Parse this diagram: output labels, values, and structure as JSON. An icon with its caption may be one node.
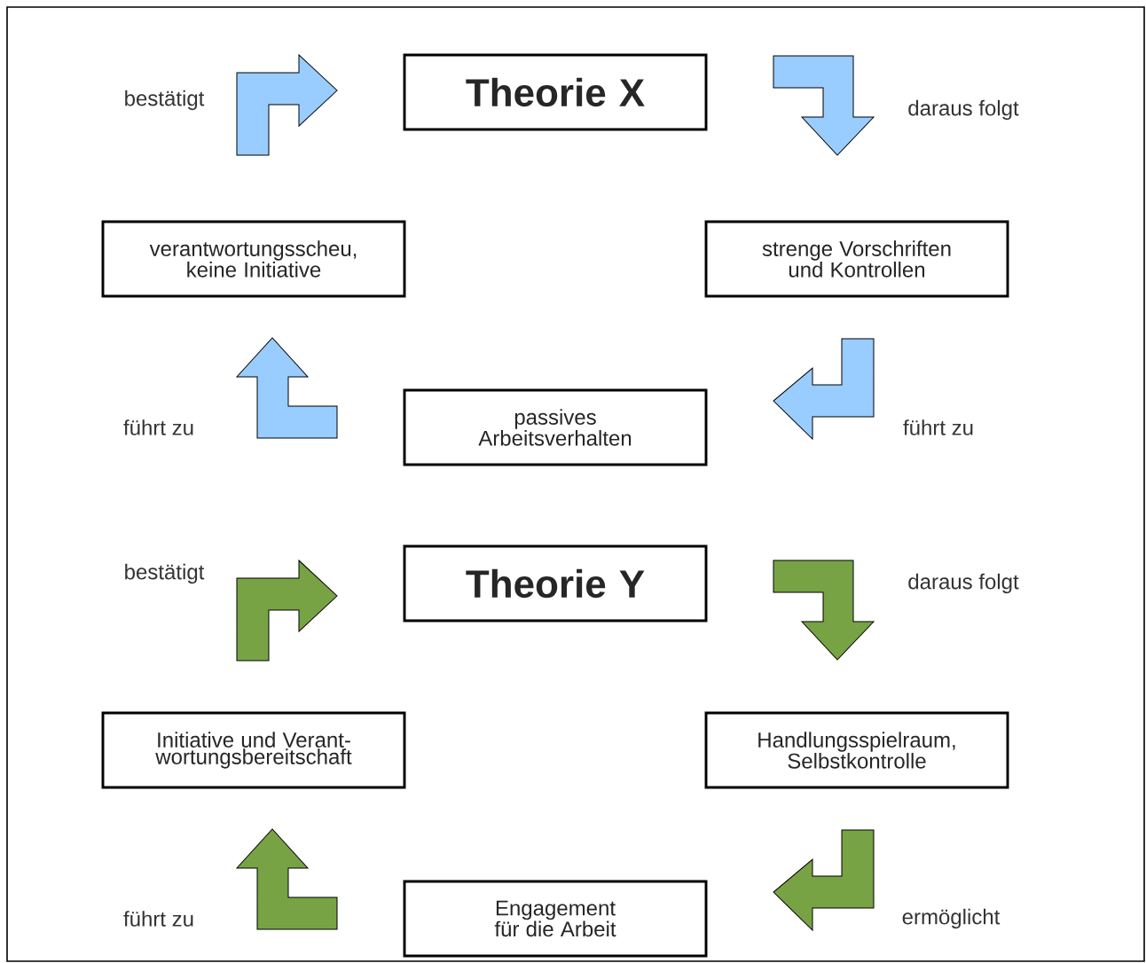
{
  "diagram": {
    "nodes": [
      {
        "text": [
          "Theorie X"
        ]
      },
      {
        "text": [
          "verantwortungsscheu, keine Initiative"
        ]
      },
      {
        "text": [
          "strenge Vorschriften und Kontrollen"
        ]
      },
      {
        "text": [
          "passives Arbeitsverhalten"
        ]
      },
      {
        "text": [
          "Theorie Y"
        ]
      },
      {
        "text": [
          "Initiative und Verant- wortungsbereitschaft"
        ]
      },
      {
        "text": [
          "Handlungsspielraum, Selbstkontrolle"
        ]
      },
      {
        "text": [
          "Engagement für die Arbeit"
        ]
      }
    ],
    "edges": [
      {
        "from": 1,
        "to": 0,
        "arrow": "to",
        "label": "bestätigt",
        "color": "#99ccff"
      },
      {
        "from": 0,
        "to": 2,
        "arrow": "to",
        "label": "daraus folgt",
        "color": "#99ccff"
      },
      {
        "from": 2,
        "to": 3,
        "arrow": "to",
        "label": "führt zu",
        "color": "#99ccff"
      },
      {
        "from": 3,
        "to": 1,
        "arrow": "to",
        "label": "führt zu",
        "color": "#99ccff"
      },
      {
        "from": 5,
        "to": 4,
        "arrow": "to",
        "label": "bestätigt",
        "color": "#77a345"
      },
      {
        "from": 4,
        "to": 6,
        "arrow": "to",
        "label": "daraus folgt",
        "color": "#77a345"
      },
      {
        "from": 6,
        "to": 7,
        "arrow": "to",
        "label": "ermöglicht",
        "color": "#77a345"
      },
      {
        "from": 7,
        "to": 5,
        "arrow": "to",
        "label": "führt zu",
        "color": "#77a345"
      }
    ]
  }
}
